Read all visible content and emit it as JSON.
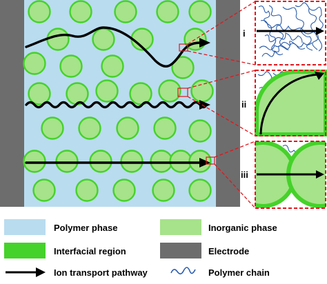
{
  "colors": {
    "polymer_phase": "#b9dcef",
    "inorganic_phase": "#a6e38a",
    "interfacial_region": "#45d22a",
    "electrode": "#6d6d6d",
    "ion_pathway": "#000000",
    "polymer_chain": "#2a5caa",
    "zoom_guide": "#e0161b"
  },
  "zoom_panels": [
    {
      "label": "i"
    },
    {
      "label": "ii"
    },
    {
      "label": "iii"
    }
  ],
  "legend": [
    {
      "label": "Polymer phase",
      "icon": "polymer-phase-swatch"
    },
    {
      "label": "Inorganic phase",
      "icon": "inorganic-phase-swatch"
    },
    {
      "label": "Interfacial region",
      "icon": "interfacial-region-swatch"
    },
    {
      "label": "Electrode",
      "icon": "electrode-swatch"
    },
    {
      "label": "Ion transport pathway",
      "icon": "arrow-icon"
    },
    {
      "label": "Polymer chain",
      "icon": "polymer-chain-icon"
    }
  ]
}
